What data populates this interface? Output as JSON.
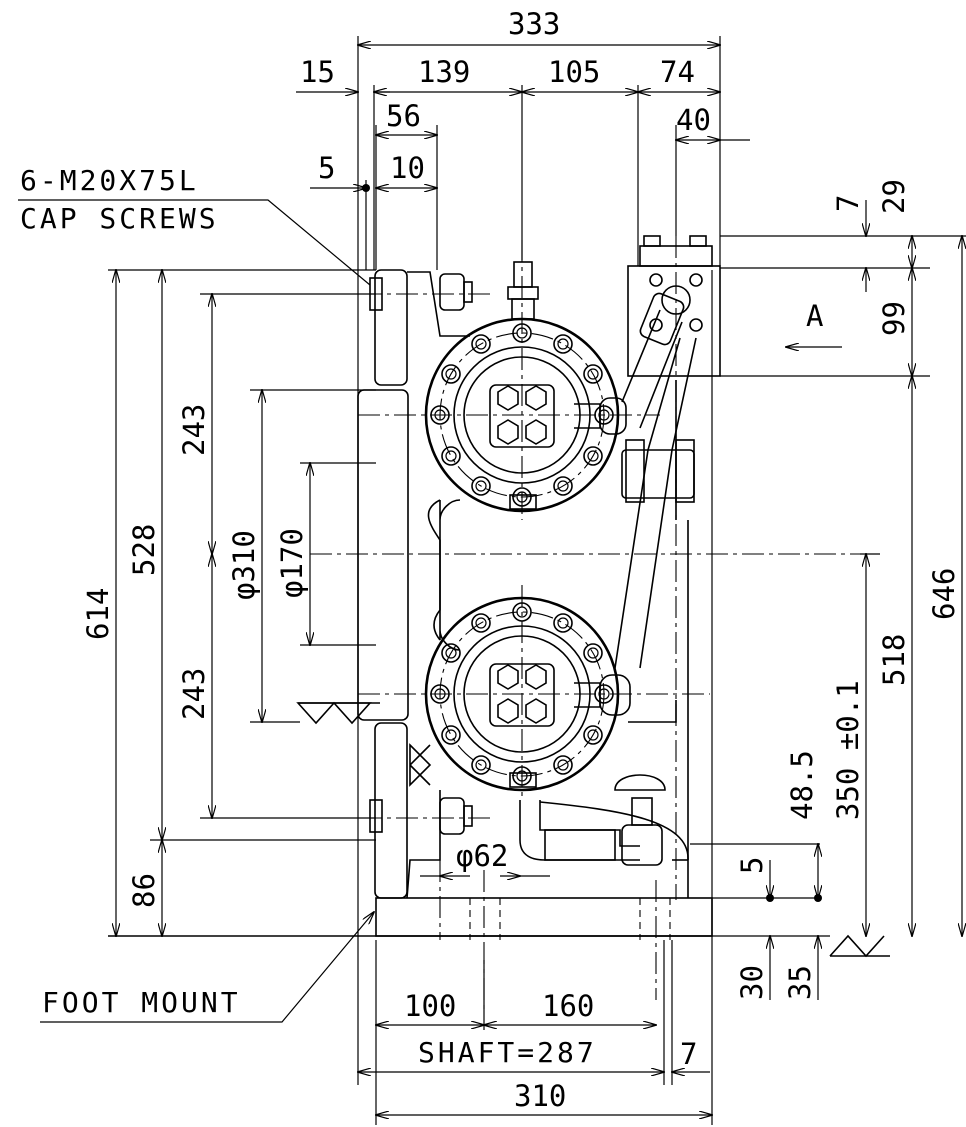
{
  "notes": {
    "cap_screws_line1": "6-M20X75L",
    "cap_screws_line2": "CAP SCREWS",
    "foot_mount": "FOOT MOUNT",
    "view_a": "A",
    "shaft": "SHAFT=287"
  },
  "dimensions": {
    "overall_width": "333",
    "d15": "15",
    "d139": "139",
    "d105": "105",
    "d74": "74",
    "d56": "56",
    "d40": "40",
    "d5_top": "5",
    "d10": "10",
    "d7_top": "7",
    "d29": "29",
    "d99": "99",
    "d646": "646",
    "d614": "614",
    "d528": "528",
    "d243_top": "243",
    "d243_bottom": "243",
    "d310": "φ310",
    "d170": "φ170",
    "d86": "86",
    "d518": "518",
    "d350": "350 ±0.1",
    "d48_5": "48.5",
    "d5_right": "5",
    "d30": "30",
    "d35": "35",
    "d62": "φ62",
    "d100": "100",
    "d160": "160",
    "d7_bottom": "7",
    "d310_base": "310"
  }
}
